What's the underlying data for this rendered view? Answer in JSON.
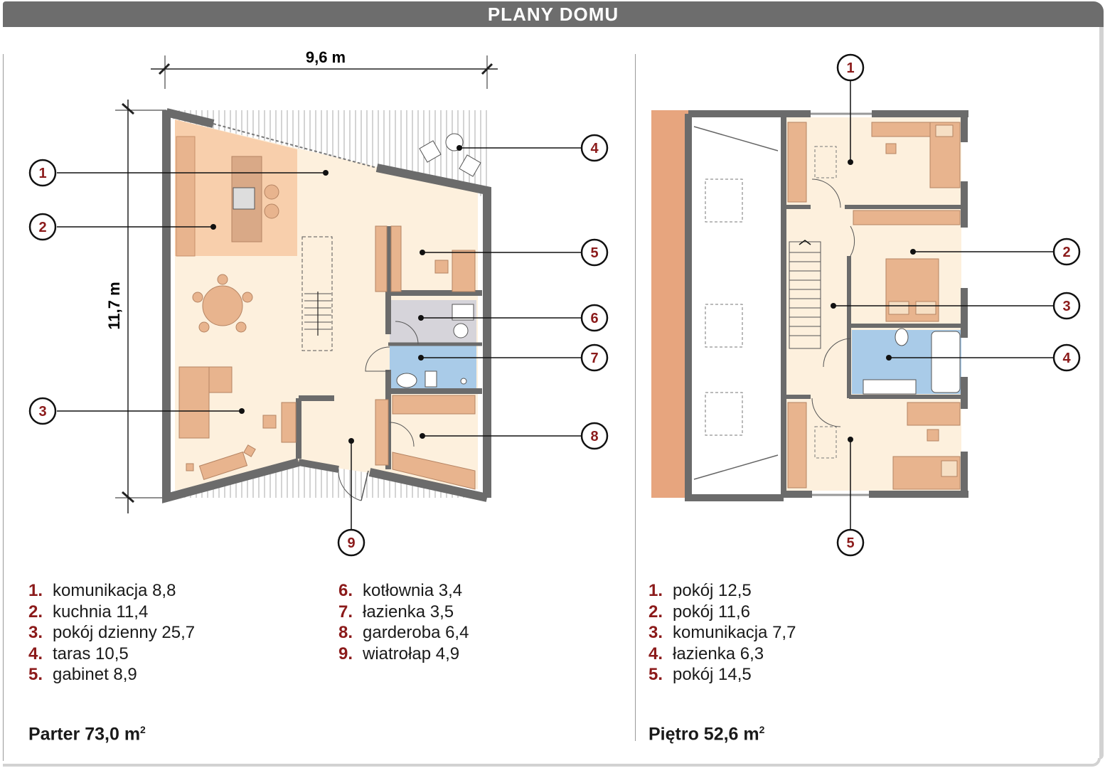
{
  "header": {
    "title": "PLANY DOMU"
  },
  "ground_floor": {
    "dim_width": "9,6 m",
    "dim_height": "11,7 m",
    "markers": [
      "1",
      "2",
      "3",
      "4",
      "5",
      "6",
      "7",
      "8",
      "9"
    ],
    "legend_col1": [
      {
        "num": "1.",
        "label": "komunikacja 8,8"
      },
      {
        "num": "2.",
        "label": "kuchnia 11,4"
      },
      {
        "num": "3.",
        "label": "pokój dzienny 25,7"
      },
      {
        "num": "4.",
        "label": "taras 10,5"
      },
      {
        "num": "5.",
        "label": "gabinet 8,9"
      }
    ],
    "legend_col2": [
      {
        "num": "6.",
        "label": "kotłownia 3,4"
      },
      {
        "num": "7.",
        "label": "łazienka 3,5"
      },
      {
        "num": "8.",
        "label": "garderoba 6,4"
      },
      {
        "num": "9.",
        "label": "wiatrołap 4,9"
      }
    ],
    "area_label": "Parter 73,0 m",
    "area_sup": "2"
  },
  "upper_floor": {
    "markers": [
      "1",
      "2",
      "3",
      "4",
      "5"
    ],
    "legend": [
      {
        "num": "1.",
        "label": "pokój 12,5"
      },
      {
        "num": "2.",
        "label": "pokój 11,6"
      },
      {
        "num": "3.",
        "label": "komunikacja 7,7"
      },
      {
        "num": "4.",
        "label": "łazienka 6,3"
      },
      {
        "num": "5.",
        "label": "pokój 14,5"
      }
    ],
    "area_label": "Piętro 52,6 m",
    "area_sup": "2"
  },
  "colors": {
    "wall": "#6b6b6b",
    "floor": "#fdf0dd",
    "kitchen": "#f7c9a3",
    "furniture": "#e8b48e",
    "bath": "#a9cbe8",
    "boiler": "#d6d4da",
    "roof": "#e7a57e",
    "marker_text": "#8b1a1a"
  }
}
